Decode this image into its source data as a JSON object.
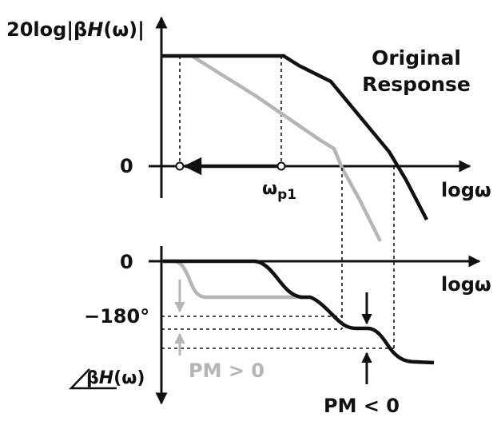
{
  "magnitude_plot": {
    "ylabel_prefix": "20log|β",
    "ylabel_H": "H",
    "ylabel_suffix": "(ω)|",
    "zero_label": "0",
    "xlabel": "logω",
    "pole_label_base": "ω",
    "pole_label_sub": "p1",
    "curve_label_line1": "Original",
    "curve_label_line2": "Response"
  },
  "phase_plot": {
    "zero_label": "0",
    "xlabel": "logω",
    "ylabel_angle_prefix": "β",
    "ylabel_H": "H",
    "ylabel_suffix": "(ω)",
    "phase_tick_label": "−180°",
    "pm_positive_label": "PM > 0",
    "pm_negative_label": "PM < 0"
  },
  "colors": {
    "original_curve": "#111111",
    "compensated_curve": "#b5b5b5",
    "axes": "#111111"
  }
}
